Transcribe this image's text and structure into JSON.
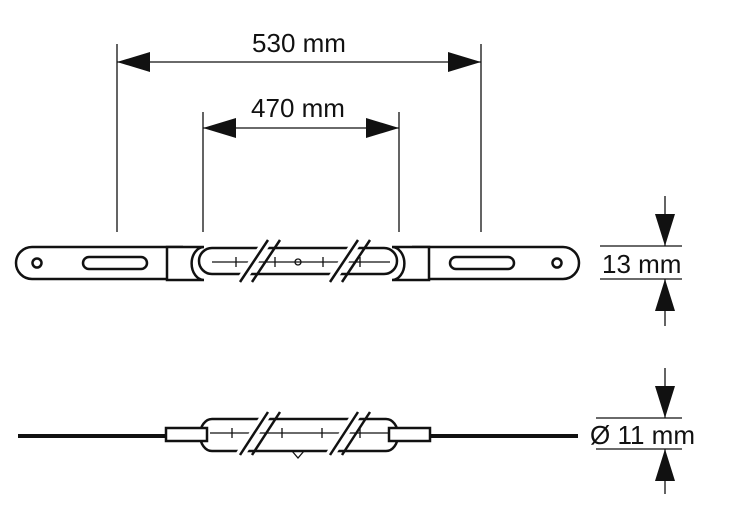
{
  "dimensions": {
    "overall_length": "530 mm",
    "inner_length": "470 mm",
    "width": "13 mm",
    "diameter": "Ø 11 mm"
  },
  "colors": {
    "line": "#111111",
    "background": "#ffffff"
  }
}
